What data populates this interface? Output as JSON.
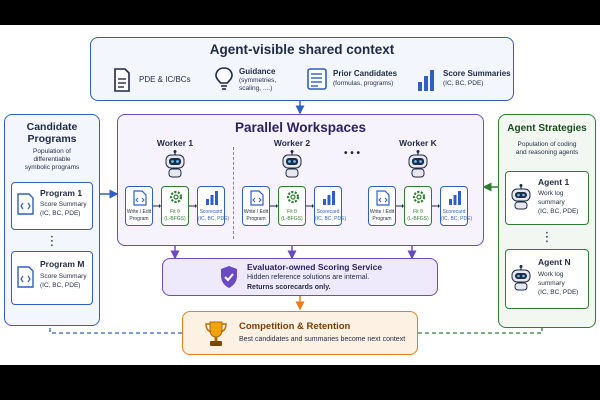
{
  "shared_context": {
    "title": "Agent-visible shared context",
    "items": [
      {
        "icon": "document-icon",
        "label": "PDE & IC/BCs",
        "sub": ""
      },
      {
        "icon": "lightbulb-icon",
        "label": "Guidance",
        "sub": "(symmetries,\nscaling, ....)"
      },
      {
        "icon": "list-document-icon",
        "label": "Prior Candidates",
        "sub": "(formulas, programs)"
      },
      {
        "icon": "bar-chart-icon",
        "label": "Score Summaries",
        "sub": "(IC, BC, PDE)"
      }
    ]
  },
  "candidate_programs": {
    "title": "Candidate\nPrograms",
    "subtitle": "Population of\ndifferentiable\nsymbolic programs",
    "program1": {
      "name": "Program 1",
      "summary": "Score Summary\n(IC, BC, PDE)"
    },
    "ellipsis": "⋮",
    "programM": {
      "name": "Program M",
      "summary": "Score Summary\n(IC, BC, PDE)"
    }
  },
  "parallel_workspaces": {
    "title": "Parallel Workspaces",
    "workers": [
      {
        "name": "Worker 1"
      },
      {
        "name": "Worker 2"
      },
      {
        "name": "Worker K"
      }
    ],
    "dots": "• • •",
    "write_label": "Write / Edit\nProgram",
    "fit_label": "Fit θ\n(L-BFGS)",
    "score_label": "Scorecard\n(IC, BC, PDE)"
  },
  "agent_strategies": {
    "title": "Agent Strategies",
    "subtitle": "Population of coding\nand reasoning agents",
    "agent1": {
      "name": "Agent 1",
      "log": "Work log\nsummary\n(IC, BC, PDE)"
    },
    "ellipsis": "⋮",
    "agentN": {
      "name": "Agent N",
      "log": "Work log\nsummary\n(IC, BC, PDE)"
    }
  },
  "evaluator": {
    "title": "Evaluator-owned Scoring Service",
    "line1": "Hidden reference solutions are internal.",
    "line2": "Returns scorecards only."
  },
  "competition": {
    "title": "Competition & Retention",
    "subtitle": "Best candidates and summaries become next context"
  },
  "colors": {
    "blue": "#2f5fc4",
    "purple": "#6a4bc4",
    "green": "#2e7d32",
    "orange": "#e67e22",
    "dark": "#1f2a44"
  }
}
